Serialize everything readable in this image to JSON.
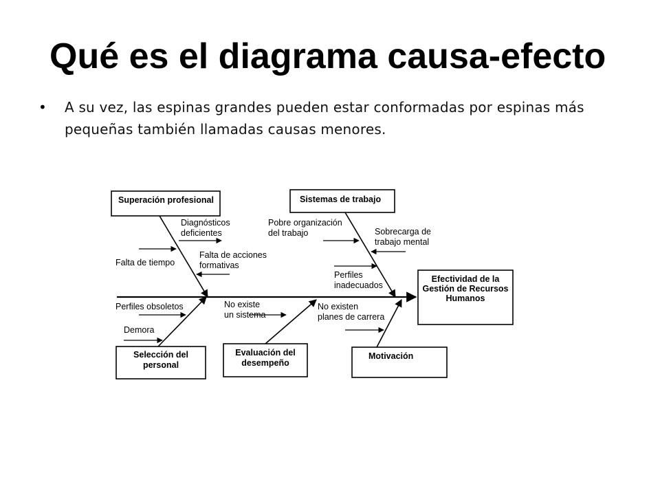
{
  "slide": {
    "title": "Qué es el diagrama causa-efecto",
    "bullet_text": "A su vez, las espinas grandes pueden estar conformadas por espinas más pequeñas también llamadas causas menores."
  },
  "diagram": {
    "effect": [
      "Efectividad de la",
      "Gestión de Recursos",
      "Humanos"
    ],
    "categories": {
      "superacion": [
        "Superación profesional"
      ],
      "sistemas": [
        "Sistemas de trabajo"
      ],
      "seleccion": [
        "Selección del",
        "personal"
      ],
      "evaluacion": [
        "Evaluación del",
        "desempeño"
      ],
      "motivacion": [
        "Motivación"
      ]
    },
    "causes": {
      "diagnosticos": [
        "Diagnósticos",
        "deficientes"
      ],
      "falta_tiempo": [
        "Falta de tiempo"
      ],
      "falta_acciones": [
        "Falta de acciones",
        "formativas"
      ],
      "pobre_org": [
        "Pobre organización",
        "del trabajo"
      ],
      "sobrecarga": [
        "Sobrecarga de",
        "trabajo mental"
      ],
      "perfiles_inadecuados": [
        "Perfiles",
        "inadecuados"
      ],
      "perfiles_obsoletos": [
        "Perfiles obsoletos"
      ],
      "demora": [
        "Demora"
      ],
      "no_sistema": [
        "No existe",
        "un sistema"
      ],
      "no_planes": [
        "No existen",
        "planes de carrera"
      ]
    }
  }
}
